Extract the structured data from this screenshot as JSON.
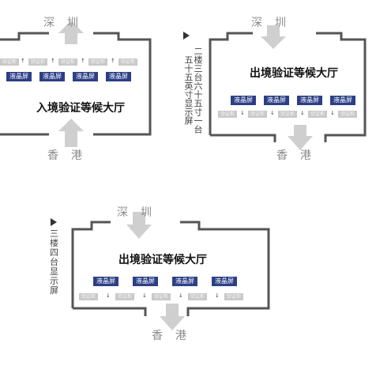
{
  "colors": {
    "wall": "#555555",
    "arrow": "#cfcfcf",
    "screen": "#2c3f86",
    "desk": "#c9c9c9"
  },
  "panel1": {
    "top_city": "深　圳",
    "bottom_city": "香　港",
    "hall": "入境验证等候大厅",
    "screens": [
      "液晶屏",
      "液晶屏",
      "液晶屏",
      "液晶屏"
    ],
    "desks": [
      "验证柜",
      "验证柜",
      "验证柜",
      "验证柜",
      "验证柜"
    ]
  },
  "panel2": {
    "side_label": "二楼三台六十五寸一台五十五英寸显示屏",
    "top_city": "深　圳",
    "bottom_city": "香　港",
    "hall": "出境验证等候大厅",
    "screens": [
      "液晶屏",
      "液晶屏",
      "液晶屏",
      "液晶屏"
    ],
    "desks": [
      "验证柜",
      "验证柜",
      "验证柜",
      "验证柜",
      "验证柜"
    ]
  },
  "panel3": {
    "side_label": "三楼四台显示屏",
    "top_city": "深　圳",
    "bottom_city": "香　港",
    "hall": "出境验证等候大厅",
    "screens": [
      "液晶屏",
      "液晶屏",
      "液晶屏",
      "液晶屏"
    ],
    "desks": [
      "验证柜",
      "验证柜",
      "验证柜",
      "验证柜",
      "验证柜"
    ]
  }
}
